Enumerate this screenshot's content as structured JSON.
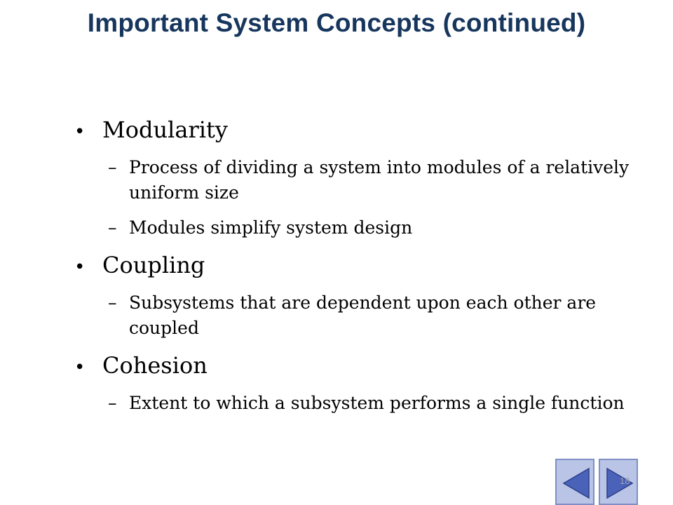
{
  "slide": {
    "title": "Important System Concepts (continued)",
    "page_number": "18"
  },
  "bullets": [
    {
      "label": "Modularity",
      "subs": [
        "Process of dividing a system into modules of a relatively uniform size",
        "Modules simplify system design"
      ]
    },
    {
      "label": "Coupling",
      "subs": [
        "Subsystems that are dependent upon each other are coupled"
      ]
    },
    {
      "label": "Cohesion",
      "subs": [
        "Extent to which a subsystem performs a single function"
      ]
    }
  ],
  "glyphs": {
    "bullet": "•",
    "dash": "–"
  },
  "icons": {
    "prev": "triangle-left-icon",
    "next": "triangle-right-icon"
  },
  "colors": {
    "title": "#17365d",
    "nav_fill": "#b9c4e6",
    "nav_arrow": "#4a62b8"
  }
}
